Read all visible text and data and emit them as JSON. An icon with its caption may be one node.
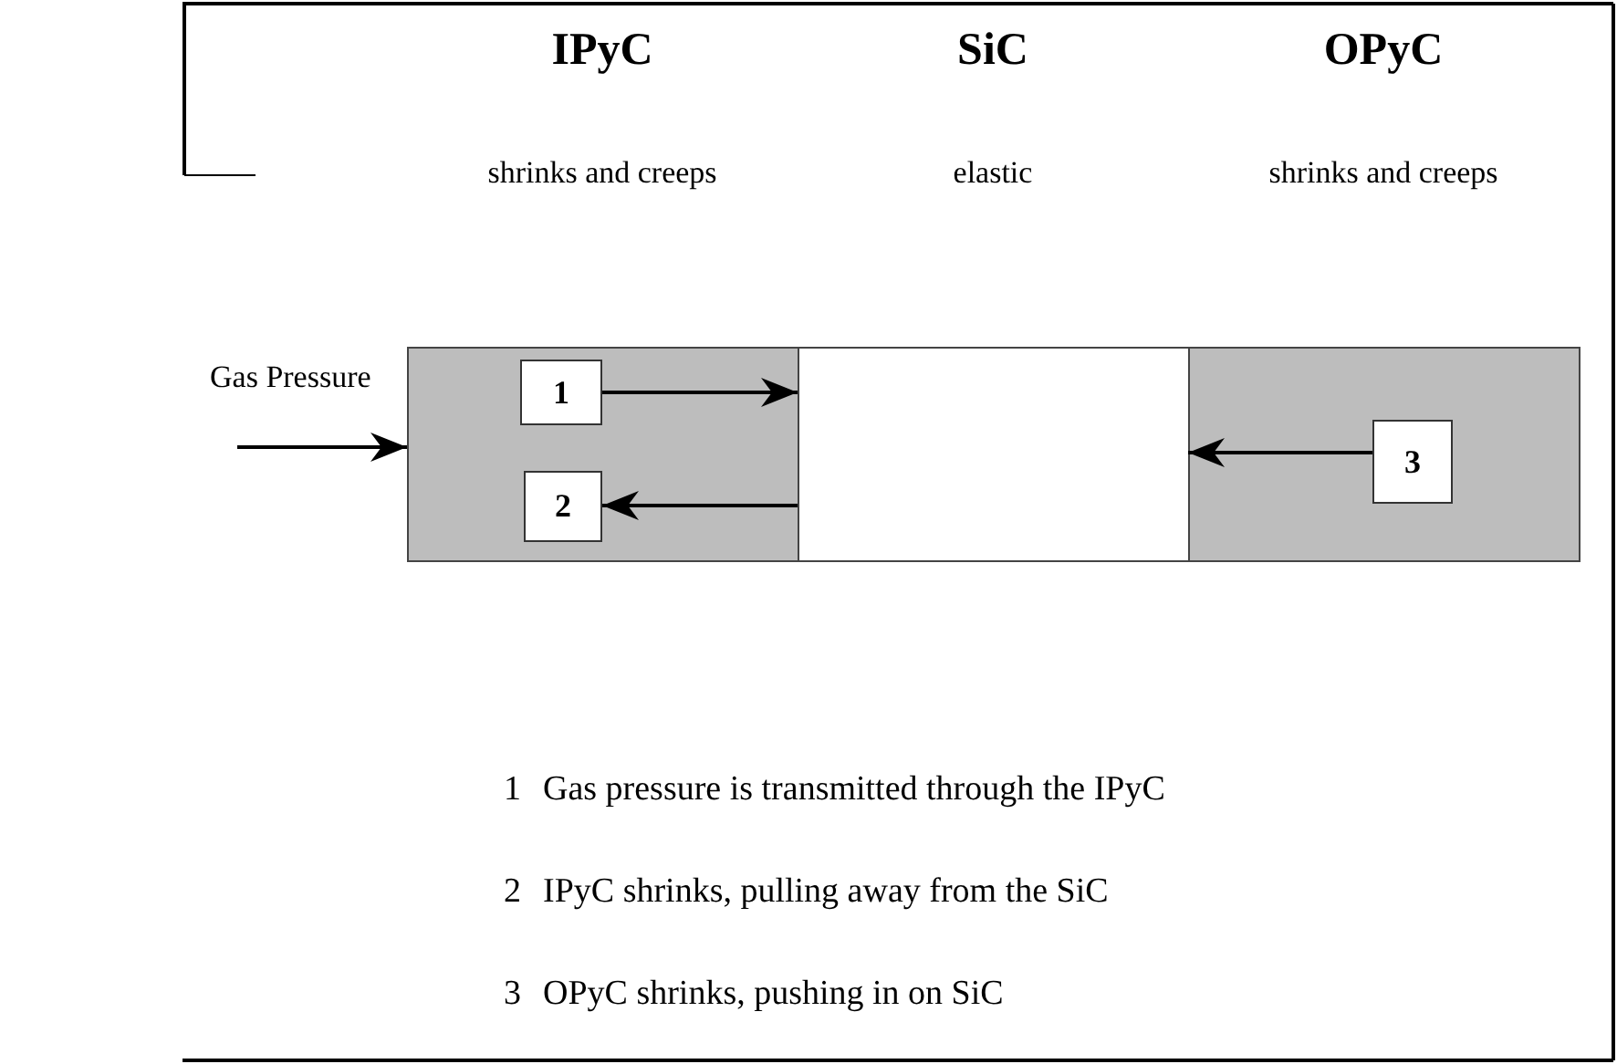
{
  "diagram": {
    "nodes": [
      {
        "text": [],
        "shape": "box"
      },
      {
        "text": [],
        "shape": "box"
      },
      {
        "text": [],
        "shape": "box"
      },
      {
        "text": [
          "1"
        ],
        "in": 0
      },
      {
        "text": [
          "2"
        ],
        "in": 0
      },
      {
        "text": [
          "3"
        ],
        "in": 2
      }
    ],
    "edges": [
      {
        "from": null,
        "to": 0,
        "arrow": "to",
        "label": "Gas Pressure"
      },
      {
        "from": 3,
        "to": 1,
        "arrow": "to"
      },
      {
        "from": 1,
        "to": 4,
        "arrow": "to"
      },
      {
        "from": 5,
        "to": 1,
        "arrow": "to"
      }
    ],
    "labels": [
      "IPyC",
      "SiC",
      "OPyC",
      "shrinks and creeps",
      "elastic",
      "shrinks and creeps",
      "1",
      "Gas pressure is transmitted through the IPyC",
      "2",
      "IPyC shrinks, pulling away from the SiC",
      "3",
      "OPyC shrinks, pushing in on SiC"
    ]
  }
}
